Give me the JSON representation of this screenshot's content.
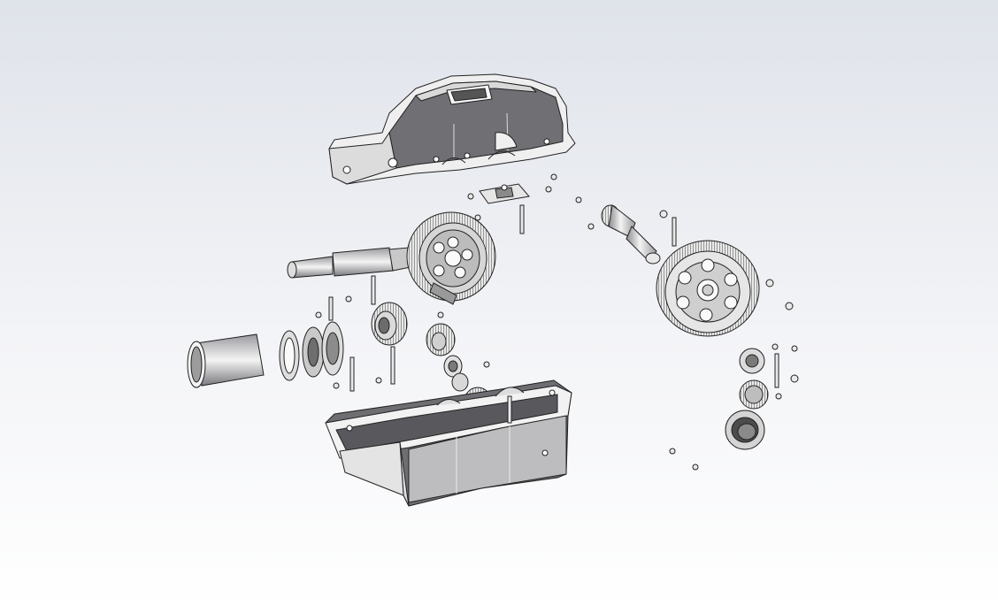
{
  "viewport": {
    "background_top": "#dfe3ea",
    "background_mid": "#f3f4f7",
    "background_bottom": "#ffffff"
  },
  "palette": {
    "outline": "#222222",
    "face_light": "#f1f1f1",
    "face_mid": "#b5b5b8",
    "face_dark": "#6d6d72",
    "face_shadow": "#4a4a4f"
  },
  "parts": [
    "housing-cover",
    "housing-base",
    "pinion-shaft",
    "bevel-gear",
    "large-spur-gear",
    "intermediate-shaft",
    "input-sleeve",
    "end-cover-gasket",
    "bearing-cup",
    "bearings",
    "inspection-cover-plate",
    "bolts"
  ]
}
